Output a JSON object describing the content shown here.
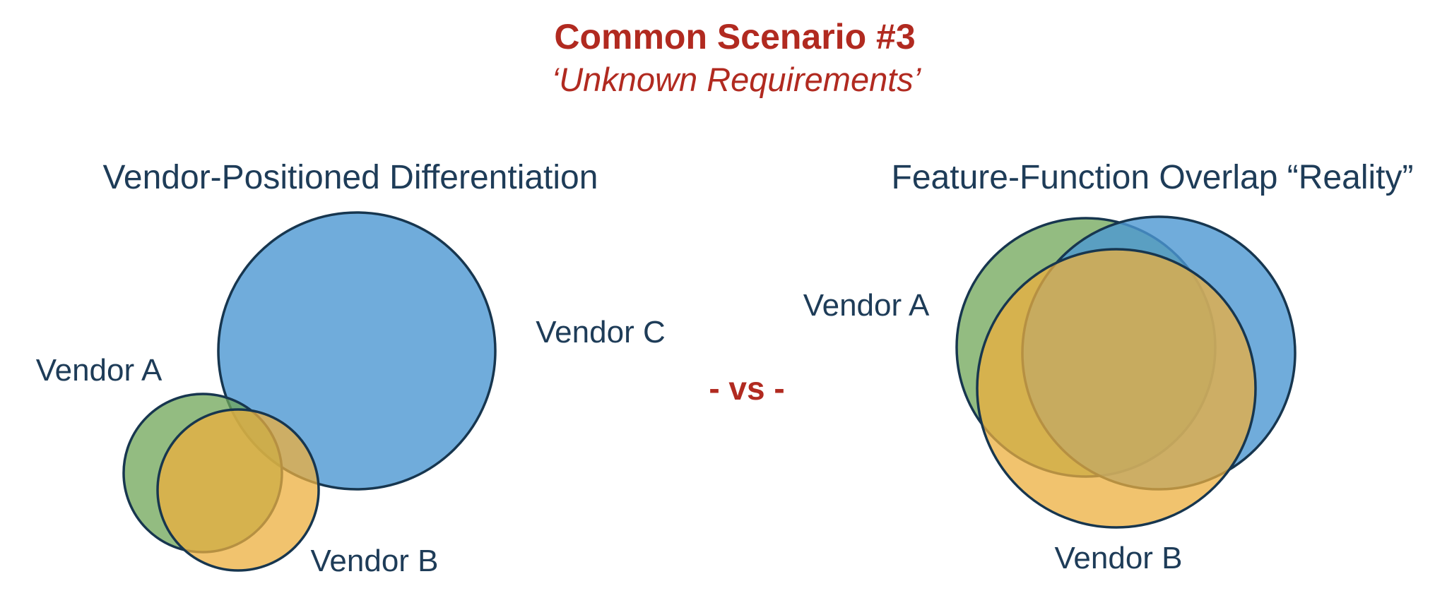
{
  "title": {
    "line1": "Common Scenario #3",
    "line2": "‘Unknown Requirements’"
  },
  "vs_label": "- vs -",
  "colors": {
    "title_red": "#B12A20",
    "text_navy": "#1E3C58",
    "outline_navy": "#17364F",
    "green": "#6FA657",
    "blue": "#4C97D2",
    "orange": "#ECAF3E"
  },
  "left_diagram": {
    "heading": "Vendor-Positioned Differentiation",
    "labels": {
      "vendor_a": "Vendor A",
      "vendor_b": "Vendor B",
      "vendor_c": "Vendor C"
    },
    "circles": [
      {
        "vendor": "Vendor C",
        "color": "blue"
      },
      {
        "vendor": "Vendor A",
        "color": "green"
      },
      {
        "vendor": "Vendor B",
        "color": "orange"
      }
    ]
  },
  "right_diagram": {
    "heading": "Feature-Function Overlap “Reality”",
    "labels": {
      "vendor_a": "Vendor A",
      "vendor_b": "Vendor B"
    },
    "circles": [
      {
        "vendor": "Vendor A",
        "color": "green"
      },
      {
        "vendor": "Vendor C",
        "color": "blue"
      },
      {
        "vendor": "Vendor B",
        "color": "orange"
      }
    ]
  }
}
